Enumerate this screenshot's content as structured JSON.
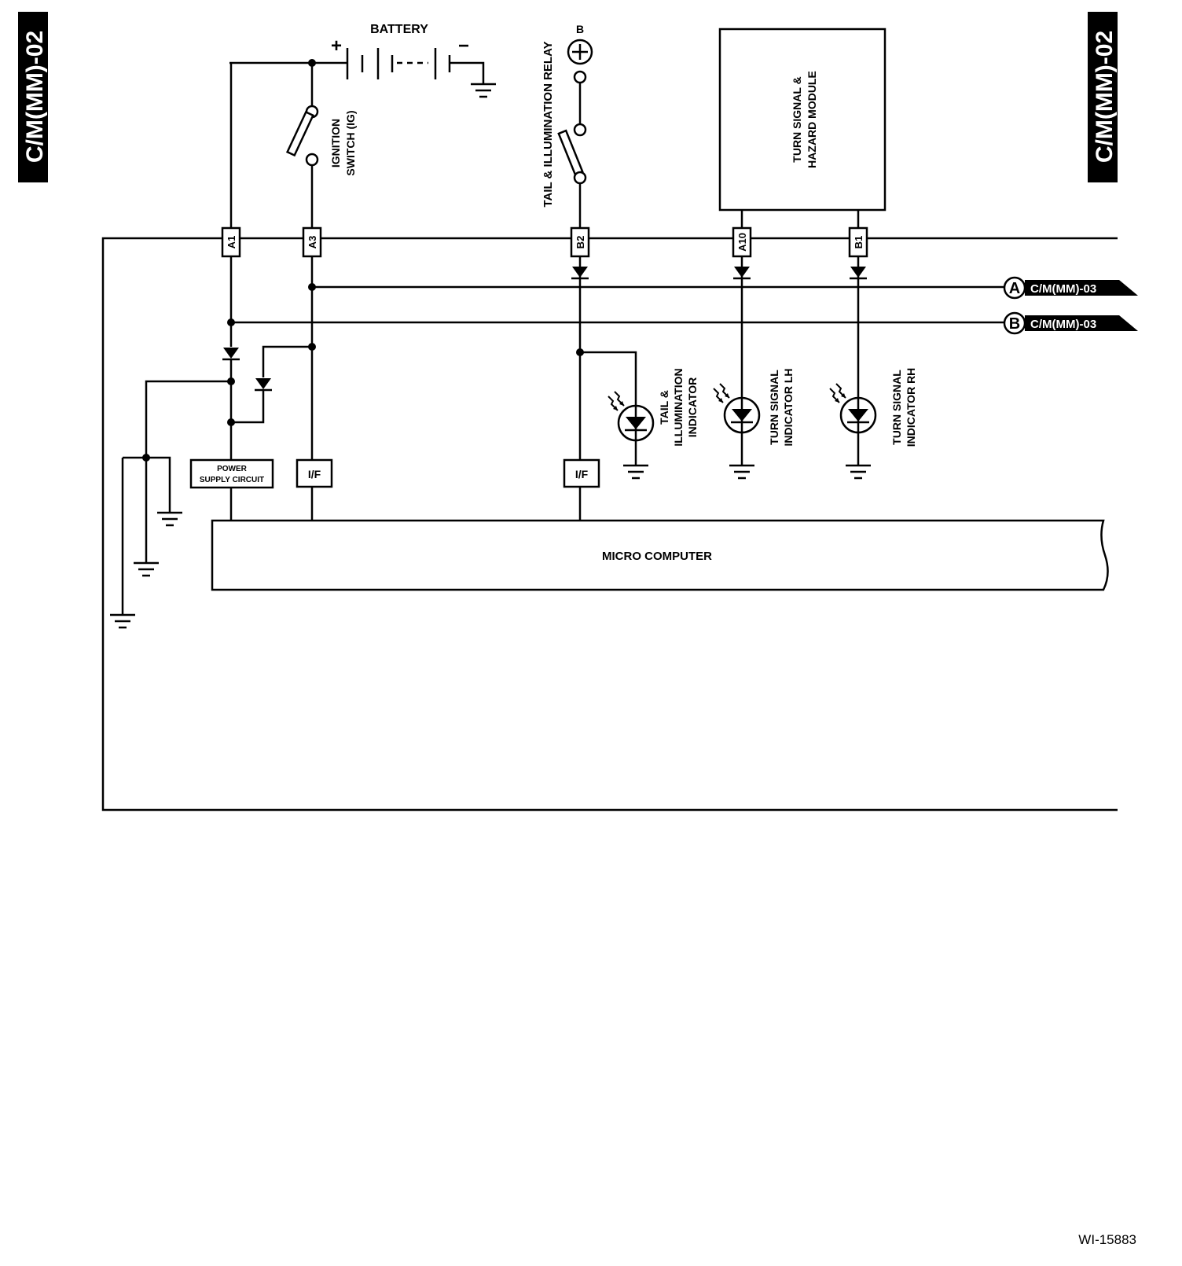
{
  "page_tag_left": "C/M(MM)-02",
  "page_tag_right": "C/M(MM)-02",
  "battery": {
    "label": "BATTERY",
    "plus": "+",
    "minus": "−"
  },
  "ignition_switch": {
    "label_line1": "IGNITION",
    "label_line2": "SWITCH (IG)"
  },
  "tail_relay": {
    "label": "TAIL & ILLUMINATION RELAY",
    "terminal": "B"
  },
  "hazard_module": {
    "label_line1": "TURN SIGNAL &",
    "label_line2": "HAZARD MODULE"
  },
  "connectors": [
    "A1",
    "A3",
    "B2",
    "A10",
    "B1"
  ],
  "power_supply": {
    "line1": "POWER",
    "line2": "SUPPLY CIRCUIT"
  },
  "interfaces": [
    "I/F",
    "I/F"
  ],
  "indicators": {
    "tail": {
      "line1": "TAIL &",
      "line2": "ILLUMINATION",
      "line3": "INDICATOR"
    },
    "left": {
      "line1": "TURN SIGNAL",
      "line2": "INDICATOR LH"
    },
    "right": {
      "line1": "TURN SIGNAL",
      "line2": "INDICATOR RH"
    }
  },
  "micro_computer": "MICRO COMPUTER",
  "offpage": [
    {
      "letter": "A",
      "ref": "C/M(MM)-03"
    },
    {
      "letter": "B",
      "ref": "C/M(MM)-03"
    }
  ],
  "figure_id": "WI-15883"
}
